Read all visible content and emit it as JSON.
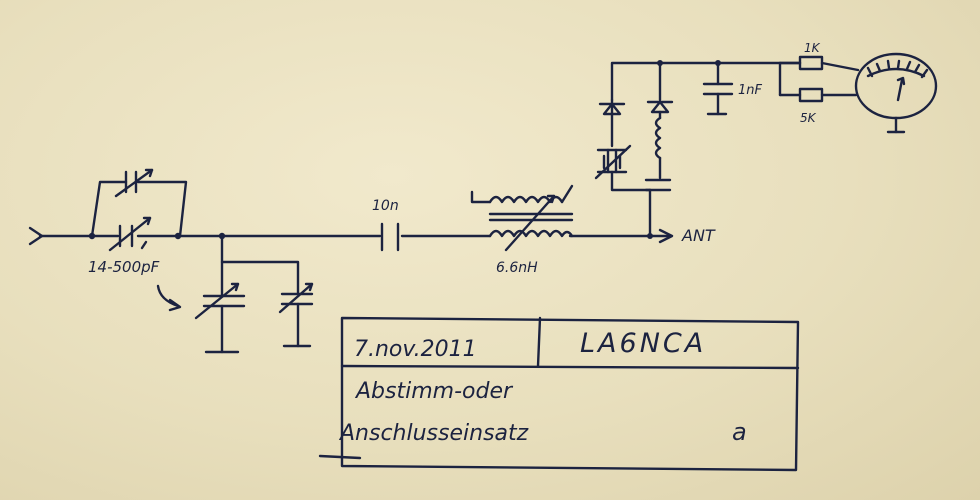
{
  "labels": {
    "input_cap_value": "14-500pF",
    "coupling_cap_value": "10n",
    "inductor_value": "6.6nH",
    "output_label": "ANT",
    "bypass_cap_value": "1nF",
    "resistor_top_value": "1K",
    "resistor_bottom_value": "5K"
  },
  "title_block": {
    "date": "7.nov.2011",
    "callsign": "LA6NCA",
    "description_line1": "Abstimm-oder",
    "description_line2": "Anschlusseinsatz",
    "variant": "a"
  }
}
